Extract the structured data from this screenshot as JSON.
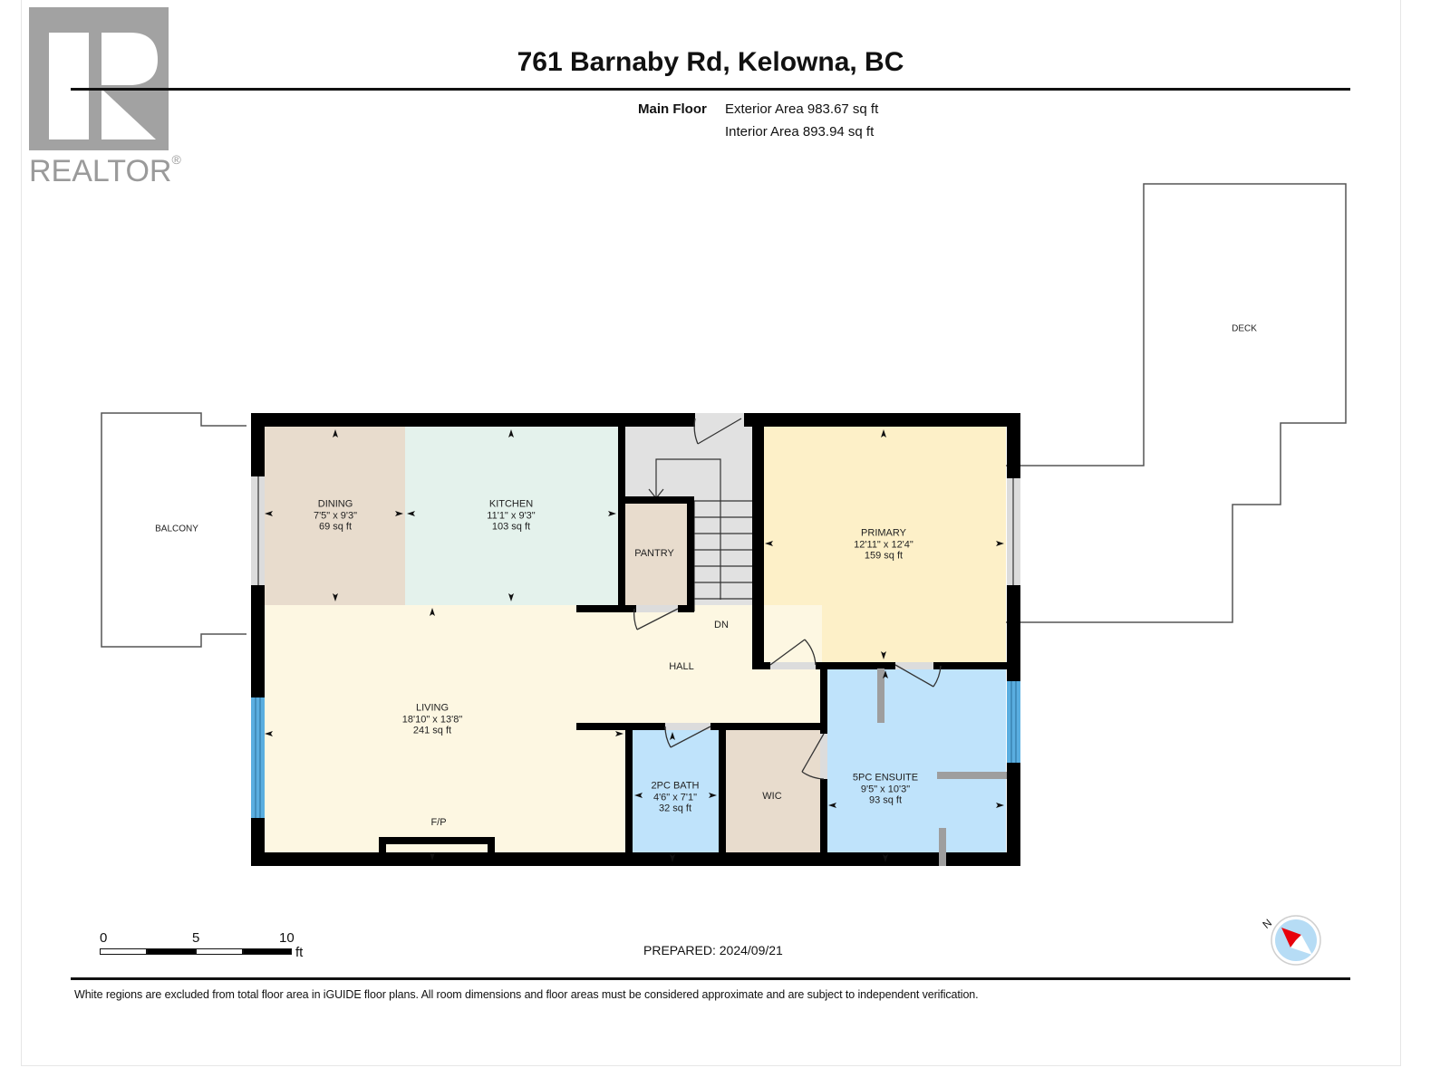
{
  "header": {
    "logo_text": "REALTOR",
    "logo_mark": "®",
    "title": "761 Barnaby Rd, Kelowna, BC"
  },
  "floor": {
    "name": "Main Floor",
    "exterior_area": "Exterior Area 983.67 sq ft",
    "interior_area": "Interior Area 893.94 sq ft"
  },
  "rooms": {
    "dining": {
      "name": "DINING",
      "dims": "7'5\" x 9'3\"",
      "area": "69 sq ft",
      "color": "#e8dccd"
    },
    "kitchen": {
      "name": "KITCHEN",
      "dims": "11'1\" x 9'3\"",
      "area": "103 sq ft",
      "color": "#e4f2ec"
    },
    "pantry": {
      "name": "PANTRY",
      "color": "#e8dccd"
    },
    "primary": {
      "name": "PRIMARY",
      "dims": "12'11\" x 12'4\"",
      "area": "159 sq ft",
      "color": "#fdf0c8"
    },
    "hall": {
      "name": "HALL",
      "color": "#fdf7e2"
    },
    "stairs": {
      "label": "DN",
      "color": "#e1e1e1"
    },
    "living": {
      "name": "LIVING",
      "dims": "18'10\" x 13'8\"",
      "area": "241 sq ft",
      "color": "#fdf7e2"
    },
    "fireplace": {
      "label": "F/P"
    },
    "bath2pc": {
      "name": "2PC BATH",
      "dims": "4'6\" x 7'1\"",
      "area": "32 sq ft",
      "color": "#bfe3fb"
    },
    "wic": {
      "name": "WIC",
      "color": "#e8dccd"
    },
    "ensuite": {
      "name": "5PC ENSUITE",
      "dims": "9'5\" x 10'3\"",
      "area": "93 sq ft",
      "color": "#bfe3fb"
    }
  },
  "outdoor": {
    "balcony": "BALCONY",
    "deck": "DECK"
  },
  "colors": {
    "wall": "#000000",
    "window_blue": "#5aaee0",
    "window_grey": "#dcdcdc",
    "outline": "#555555",
    "interior_partition": "#9e9e9e"
  },
  "scale_bar": {
    "ticks": [
      "0",
      "5",
      "10"
    ],
    "unit": "ft"
  },
  "prepared": "PREPARED: 2024/09/21",
  "compass": {
    "label": "N"
  },
  "footer": {
    "disclaimer": "White regions are excluded from total floor area in iGUIDE floor plans. All room dimensions and floor areas must be considered approximate and are subject to independent verification."
  }
}
